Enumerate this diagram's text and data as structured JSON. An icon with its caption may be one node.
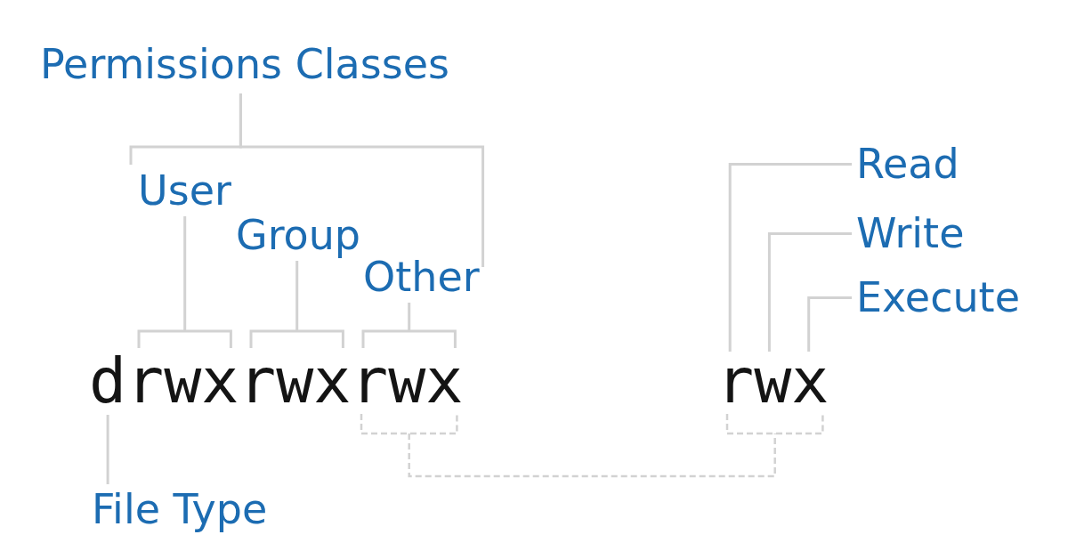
{
  "diagram": {
    "nodes": [
      {
        "text": [
          "Permissions Classes"
        ]
      },
      {
        "text": [
          "User"
        ]
      },
      {
        "text": [
          "Group"
        ]
      },
      {
        "text": [
          "Other"
        ]
      },
      {
        "text": [
          "d"
        ]
      },
      {
        "text": [
          "rwx"
        ]
      },
      {
        "text": [
          "rwx"
        ]
      },
      {
        "text": [
          "rwx"
        ]
      },
      {
        "text": [
          "File Type"
        ]
      },
      {
        "text": [
          "Read"
        ]
      },
      {
        "text": [
          "Write"
        ]
      },
      {
        "text": [
          "Execute"
        ]
      },
      {
        "text": [
          "rwx"
        ]
      }
    ],
    "edges": [
      {
        "from": 0,
        "to": 1,
        "arrow": "none"
      },
      {
        "from": 0,
        "to": 3,
        "arrow": "none"
      },
      {
        "from": 1,
        "to": 5,
        "arrow": "none"
      },
      {
        "from": 2,
        "to": 6,
        "arrow": "none"
      },
      {
        "from": 3,
        "to": 7,
        "arrow": "none"
      },
      {
        "from": 8,
        "to": 4,
        "arrow": "none"
      },
      {
        "from": 7,
        "to": 12,
        "arrow": "none",
        "style": "dashed"
      },
      {
        "from": 9,
        "to": 12,
        "arrow": "none"
      },
      {
        "from": 10,
        "to": 12,
        "arrow": "none"
      },
      {
        "from": 11,
        "to": 12,
        "arrow": "none"
      }
    ]
  }
}
